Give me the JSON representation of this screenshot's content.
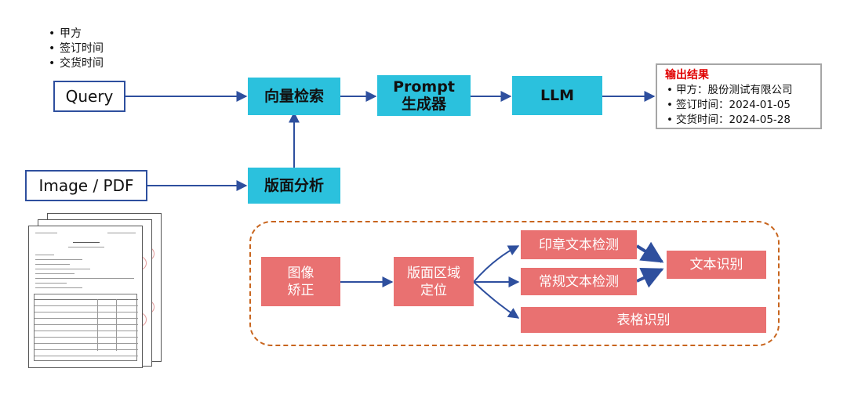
{
  "query_fields": [
    "甲方",
    "签订时间",
    "交货时间"
  ],
  "nodes": {
    "query": "Query",
    "image_pdf": "Image / PDF",
    "vector_search": "向量检索",
    "layout_analysis": "版面分析",
    "prompt_gen_line1": "Prompt",
    "prompt_gen_line2": "生成器",
    "llm": "LLM"
  },
  "result": {
    "title": "输出结果",
    "items": [
      "甲方：股份测试有限公司",
      "签订时间：2024-01-05",
      "交货时间：2024-05-28"
    ]
  },
  "pipeline": {
    "image_correction_line1": "图像",
    "image_correction_line2": "矫正",
    "region_locate_line1": "版面区域",
    "region_locate_line2": "定位",
    "seal_text_detect": "印章文本检测",
    "regular_text_detect": "常规文本检测",
    "text_recognition": "文本识别",
    "table_recognition": "表格识别"
  },
  "colors": {
    "cyan": "#2bc1dd",
    "red_box": "#e97171",
    "arrow": "#2e4f9e",
    "dashed_border": "#c8651e",
    "result_title": "#e00000"
  }
}
